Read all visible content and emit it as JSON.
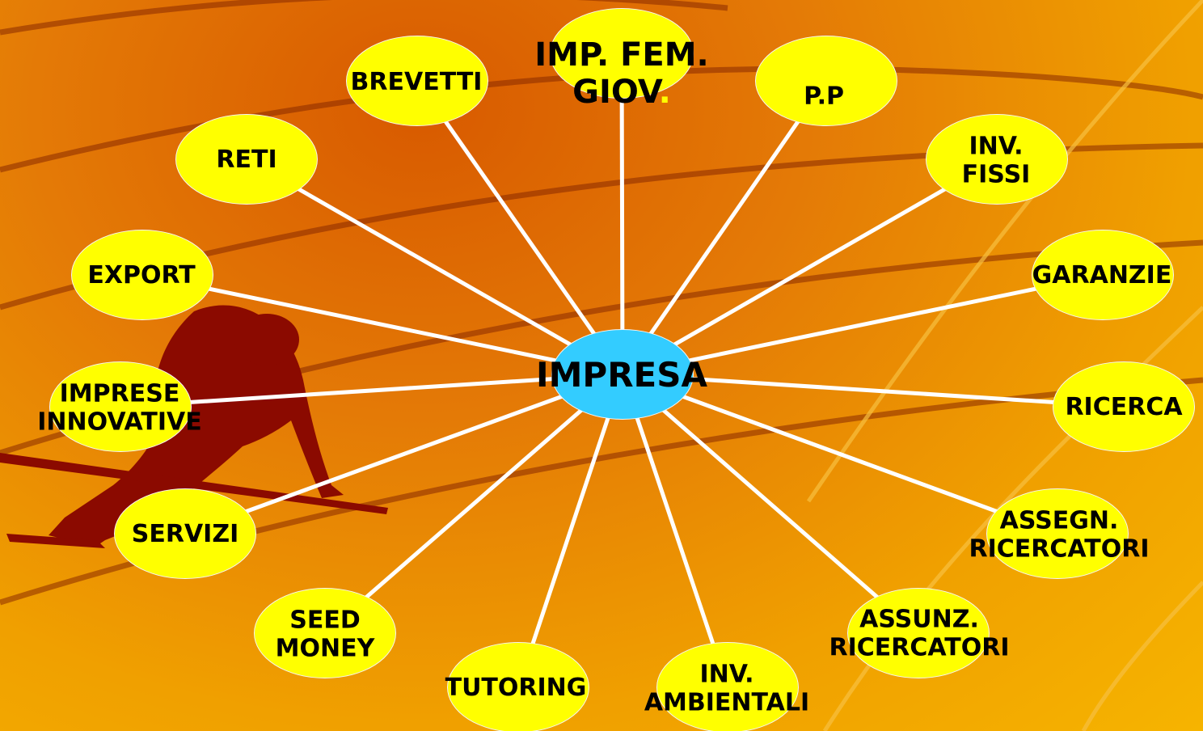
{
  "colors": {
    "leaf_fill": "#ffff00",
    "center_fill": "#33ccff",
    "link": "#ffffff",
    "runner": "#8b0a00"
  },
  "center": {
    "label": "IMPRESA"
  },
  "nodes": [
    {
      "id": "imp-fem-giov",
      "label_line1": "IMP. FEM.",
      "label_line2": "GIOV",
      "suffix": "."
    },
    {
      "id": "brevetti",
      "label": "BREVETTI"
    },
    {
      "id": "pp",
      "label": "P.P",
      "suffix": "."
    },
    {
      "id": "reti",
      "label": "RETI"
    },
    {
      "id": "inv-fissi",
      "label": "INV.\nFISSI"
    },
    {
      "id": "export",
      "label": "EXPORT"
    },
    {
      "id": "garanzie",
      "label": "GARANZIE"
    },
    {
      "id": "imprese-innovative",
      "label": "IMPRESE\nINNOVATIVE"
    },
    {
      "id": "ricerca",
      "label": "RICERCA"
    },
    {
      "id": "servizi",
      "label": "SERVIZI"
    },
    {
      "id": "assegn-ricercatori",
      "label": "ASSEGN.\nRICERCATORI"
    },
    {
      "id": "seed-money",
      "label": "SEED\nMONEY"
    },
    {
      "id": "assunz-ricercatori",
      "label": "ASSUNZ.\nRICERCATORI"
    },
    {
      "id": "tutoring",
      "label": "TUTORING"
    },
    {
      "id": "inv-ambientali",
      "label": "INV.\nAMBIENTALI"
    }
  ]
}
